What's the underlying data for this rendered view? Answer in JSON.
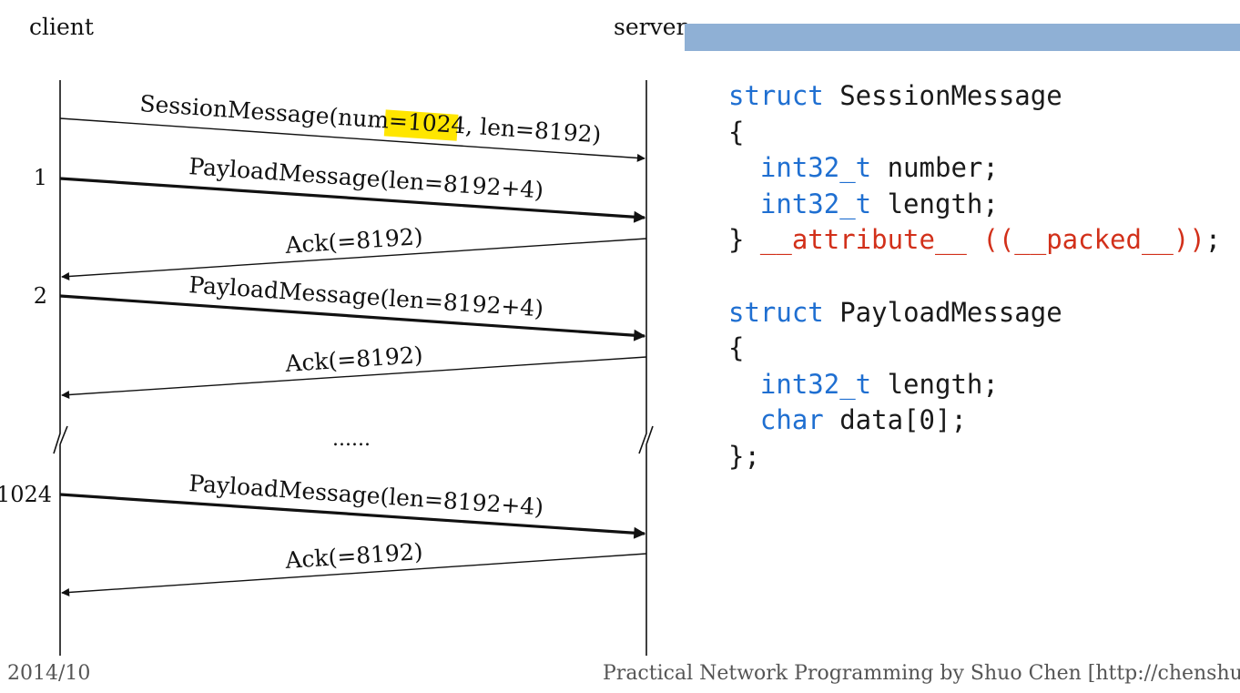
{
  "diagram": {
    "client_label": "client",
    "server_label": "server",
    "ellipsis": "......",
    "messages": [
      {
        "pre": "SessionMessage(num=",
        "highlight": "1024,",
        "post": " len=8192)",
        "dir": "c2s",
        "weight": "thin"
      },
      {
        "text": "PayloadMessage(len=8192+4)",
        "dir": "c2s",
        "weight": "bold",
        "counter": "1"
      },
      {
        "text": "Ack(=8192)",
        "dir": "s2c",
        "weight": "thin"
      },
      {
        "text": "PayloadMessage(len=8192+4)",
        "dir": "c2s",
        "weight": "bold",
        "counter": "2"
      },
      {
        "text": "Ack(=8192)",
        "dir": "s2c",
        "weight": "thin"
      },
      {
        "text": "PayloadMessage(len=8192+4)",
        "dir": "c2s",
        "weight": "bold",
        "counter": "1024"
      },
      {
        "text": "Ack(=8192)",
        "dir": "s2c",
        "weight": "thin"
      }
    ]
  },
  "code": {
    "lines": [
      [
        {
          "t": "struct",
          "c": "kw"
        },
        {
          "t": " SessionMessage"
        }
      ],
      [
        {
          "t": "{"
        }
      ],
      [
        {
          "t": "  "
        },
        {
          "t": "int32_t",
          "c": "kw"
        },
        {
          "t": " number;"
        }
      ],
      [
        {
          "t": "  "
        },
        {
          "t": "int32_t",
          "c": "kw"
        },
        {
          "t": " length;"
        }
      ],
      [
        {
          "t": "} "
        },
        {
          "t": "__attribute__ ((__packed__))",
          "c": "attr"
        },
        {
          "t": ";"
        }
      ],
      [
        {
          "t": ""
        }
      ],
      [
        {
          "t": "struct",
          "c": "kw"
        },
        {
          "t": " PayloadMessage"
        }
      ],
      [
        {
          "t": "{"
        }
      ],
      [
        {
          "t": "  "
        },
        {
          "t": "int32_t",
          "c": "kw"
        },
        {
          "t": " length;"
        }
      ],
      [
        {
          "t": "  "
        },
        {
          "t": "char",
          "c": "kw"
        },
        {
          "t": " data[0];"
        }
      ],
      [
        {
          "t": "};"
        }
      ]
    ]
  },
  "footer": {
    "date": "2014/10",
    "credit": "Practical Network Programming by Shuo Chen [http://chenshuo.com]"
  },
  "colors": {
    "keyword": "#1f6fd1",
    "attribute": "#d2301a",
    "highlight": "#ffe600",
    "top_bar": "#8fb0d5",
    "line": "#111111"
  }
}
